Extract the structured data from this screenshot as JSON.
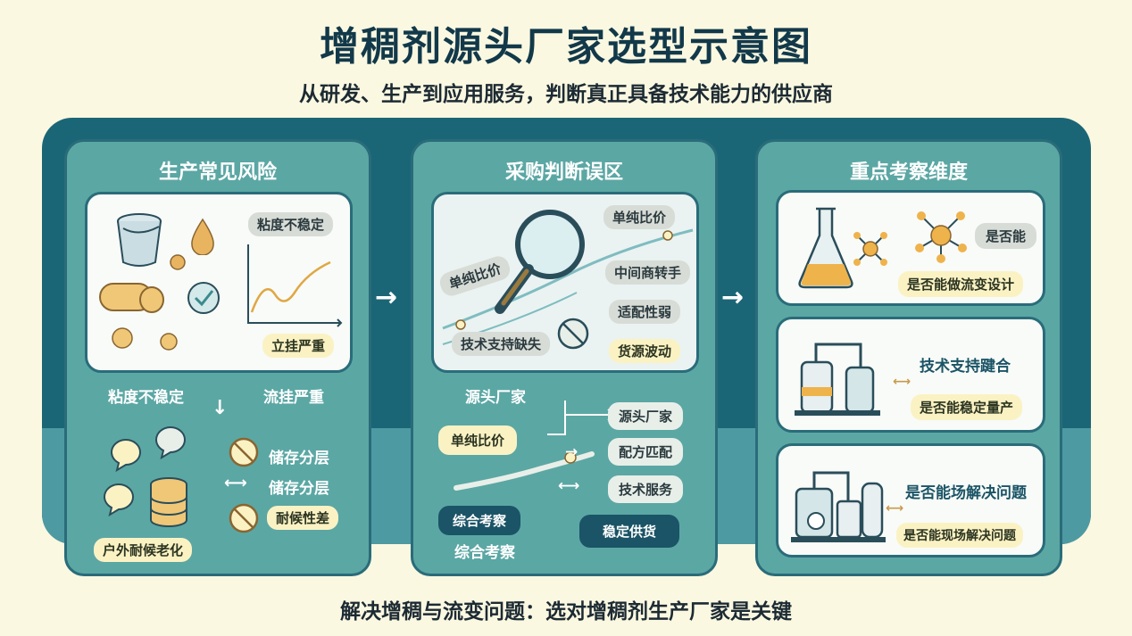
{
  "title": "增稠剂源头厂家选型示意图",
  "subtitle": "从研发、生产到应用服务，判断真正具备技术能力的供应商",
  "footer": "解决增稠与流变问题：选对增稠剂生产厂家是关键",
  "colors": {
    "background": "#fbf8e1",
    "panel": "#1b6676",
    "column": "#5ba7a4",
    "accent_yellow": "#fbf2c4",
    "dark_pill": "#1b5466"
  },
  "col1": {
    "title": "生产常见风险",
    "card": {
      "pill_viscosity": "粘度不稳定",
      "pill_sag": "立挂严重"
    },
    "label_viscosity": "粘度不稳定",
    "label_sag": "流挂严重",
    "pill_storage1": "储存分层",
    "label_storage2": "储存分层",
    "pill_weather": "耐候性差",
    "pill_outdoor": "户外耐候老化",
    "icons": [
      "bucket-icon",
      "droplet-icon",
      "capsule-icon",
      "check-badge-icon",
      "line-chart-icon",
      "chat-bubble-icon",
      "storage-stack-icon",
      "no-sign-icon"
    ]
  },
  "col2": {
    "title": "采购判断误区",
    "card": {
      "pill_price_top": "单纯比价",
      "pill_price_left": "单纯比价",
      "pill_middleman": "中间商转手",
      "pill_fit": "适配性弱",
      "pill_support": "技术支持缺失",
      "pill_supply": "货源波动"
    },
    "label_source": "源头厂家",
    "pill_price": "单纯比价",
    "pill_source": "源头厂家",
    "pill_formula": "配方匹配",
    "pill_service": "技术服务",
    "pill_overall": "综合考察",
    "label_overall": "综合考察",
    "pill_stable": "稳定供货",
    "icons": [
      "magnifier-icon",
      "no-sign-icon",
      "arrow-right-icon"
    ]
  },
  "col3": {
    "title": "重点考察维度",
    "card1": {
      "pill_can": "是否能",
      "pill_design": "是否能做流变设计"
    },
    "card2": {
      "label_support": "技术支持踺合",
      "pill_stable": "是否能稳定量产"
    },
    "card3": {
      "label_onsite": "是否能场解决问题",
      "pill_onsite": "是否能现场解决问题"
    },
    "icons": [
      "flask-icon",
      "molecule-icon",
      "factory-tanks-icon",
      "machine-icon"
    ]
  }
}
